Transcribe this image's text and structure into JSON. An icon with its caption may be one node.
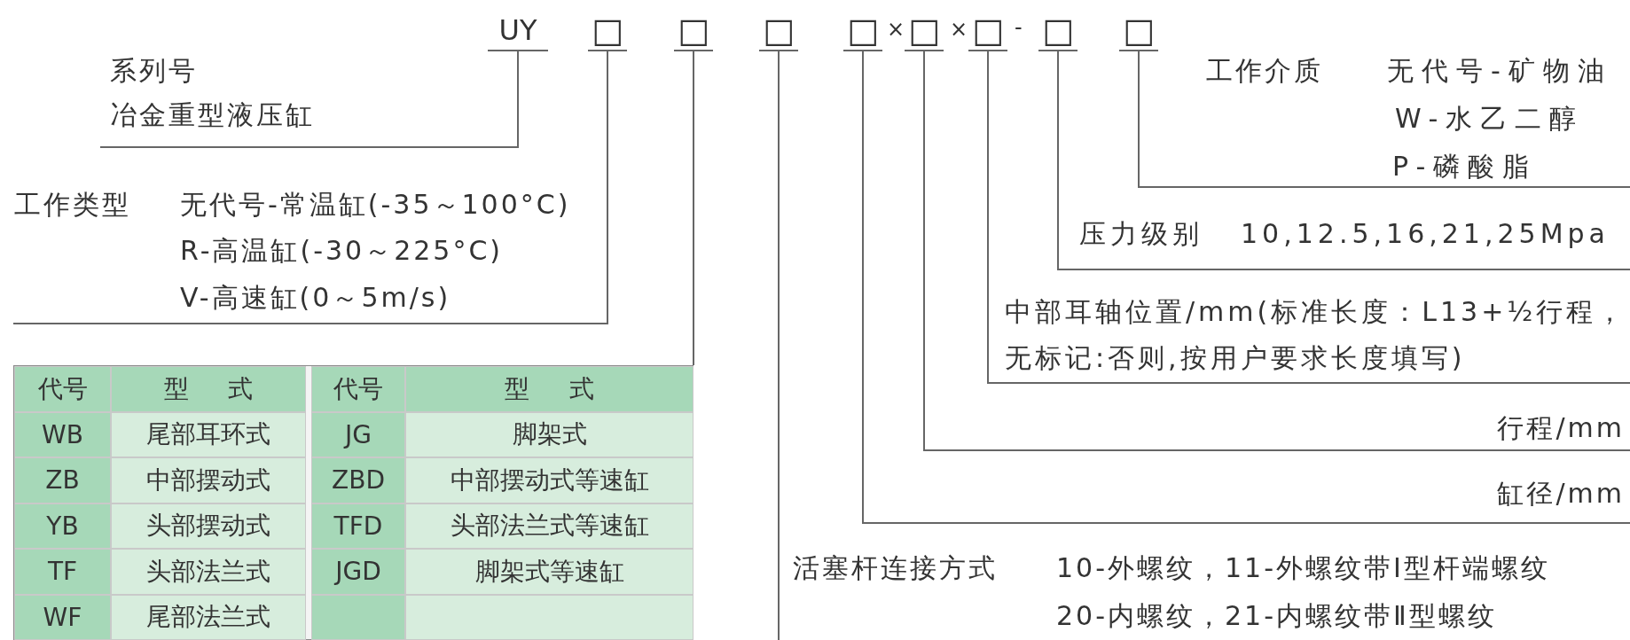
{
  "diagram": {
    "nodes": [
      {
        "text": [
          "UY"
        ]
      },
      {
        "text": [
          "□"
        ]
      },
      {
        "text": [
          "□"
        ]
      },
      {
        "text": [
          "□"
        ]
      },
      {
        "text": [
          "□"
        ]
      },
      {
        "text": [
          "□"
        ]
      },
      {
        "text": [
          "□"
        ]
      },
      {
        "text": [
          "□"
        ]
      },
      {
        "text": [
          "□"
        ]
      },
      {
        "text": [
          "系列号",
          "冶金重型液压缸"
        ]
      },
      {
        "text": [
          "工作类型",
          "无代号-常温缸(-35～100°C)",
          "R-高温缸(-30～225°C)",
          "V-高速缸(0～5m/s)"
        ]
      },
      {
        "text": [
          "代号",
          "型式",
          "代号",
          "型式",
          "WB",
          "尾部耳环式",
          "JG",
          "脚架式",
          "ZB",
          "中部摆动式",
          "ZBD",
          "中部摆动式等速缸",
          "YB",
          "头部摆动式",
          "TFD",
          "头部法兰式等速缸",
          "TF",
          "头部法兰式",
          "JGD",
          "脚架式等速缸",
          "WF",
          "尾部法兰式"
        ]
      },
      {
        "text": [
          "活塞杆连接方式",
          "10-外螺纹，11-外螺纹带Ⅰ型杆端螺纹",
          "20-内螺纹，21-内螺纹带Ⅱ型螺纹"
        ]
      },
      {
        "text": [
          "缸径/mm"
        ]
      },
      {
        "text": [
          "行程/mm"
        ]
      },
      {
        "text": [
          "中部耳轴位置/mm(标准长度：L13+½行程，无标记:否则,按用户要求长度填写)"
        ]
      },
      {
        "text": [
          "压力级别",
          "10,12.5,16,21,25Mpa"
        ]
      },
      {
        "text": [
          "工作介质",
          "无代号-矿物油",
          "W-水乙二醇",
          "P-磷酸脂"
        ]
      }
    ],
    "edges": [
      {
        "from": 0,
        "to": 9,
        "arrow": "none"
      },
      {
        "from": 1,
        "to": 10,
        "arrow": "none"
      },
      {
        "from": 2,
        "to": 11,
        "arrow": "none"
      },
      {
        "from": 3,
        "to": 12,
        "arrow": "none"
      },
      {
        "from": 4,
        "to": 13,
        "arrow": "none"
      },
      {
        "from": 5,
        "to": 14,
        "arrow": "none"
      },
      {
        "from": 6,
        "to": 15,
        "arrow": "none"
      },
      {
        "from": 7,
        "to": 16,
        "arrow": "none"
      },
      {
        "from": 8,
        "to": 17,
        "arrow": "none"
      }
    ],
    "labels": [
      "×",
      "×",
      "-"
    ]
  }
}
